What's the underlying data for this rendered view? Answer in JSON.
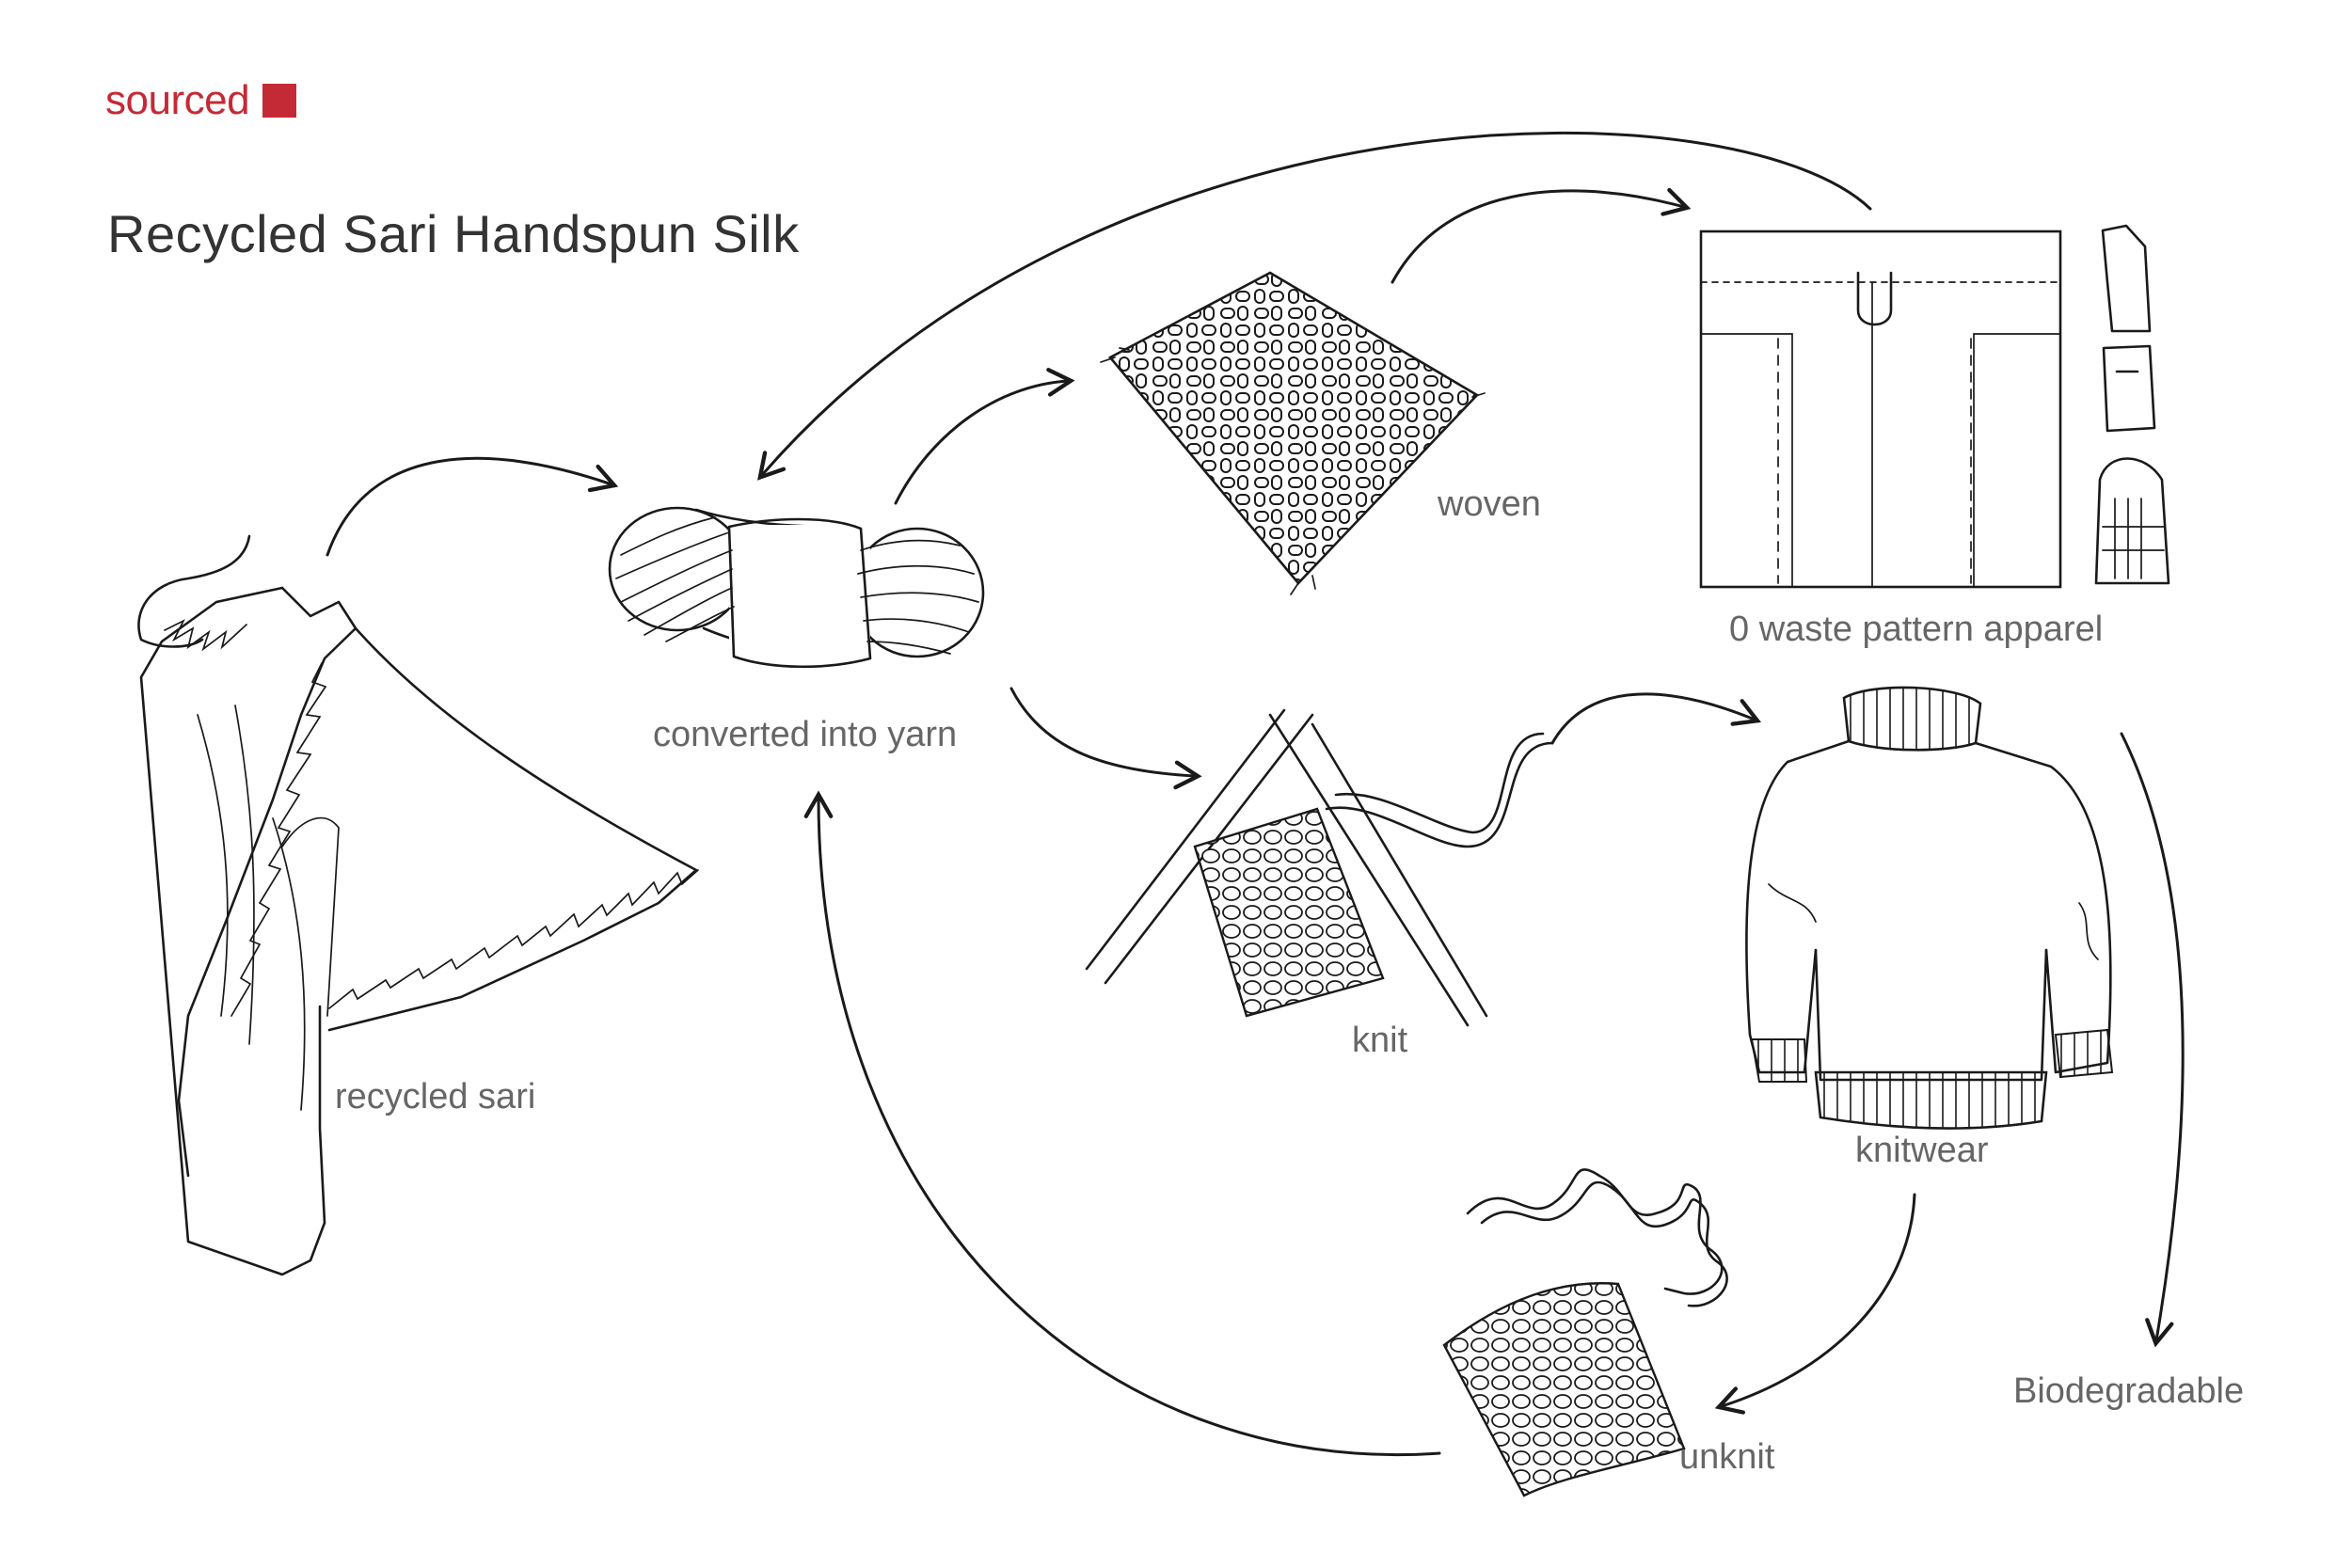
{
  "brand": {
    "text": "sourced",
    "accent_color": "#c42a36"
  },
  "title": "Recycled Sari Handspun Silk",
  "nodes": {
    "sari": "recycled sari",
    "yarn": "converted into yarn",
    "woven": "woven",
    "zero_waste": "0 waste pattern apparel",
    "knit": "knit",
    "knitwear": "knitwear",
    "unknit": "unknit",
    "biodegradable": "Biodegradable"
  },
  "icons": [
    "sari-icon",
    "yarn-skein-icon",
    "woven-fabric-icon",
    "pattern-layout-icon",
    "knitting-needles-icon",
    "sweater-icon",
    "unravelled-knit-icon"
  ]
}
